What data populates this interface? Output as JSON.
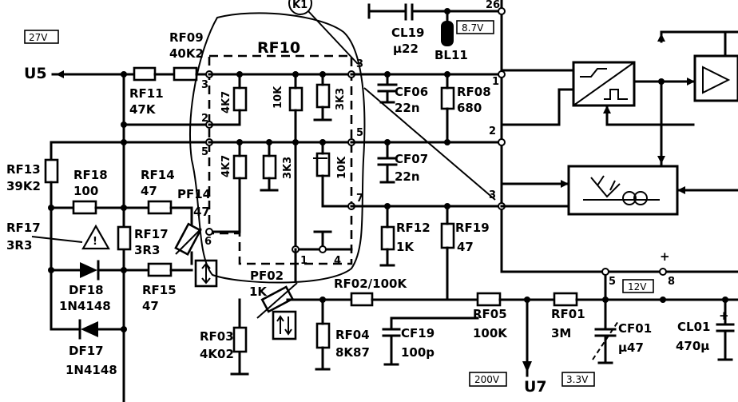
{
  "voltage_tags": {
    "v27": "27V",
    "v87": "8.7V",
    "v12": "12V",
    "v200": "200V",
    "v33": "3.3V"
  },
  "nets": {
    "u5": "U5",
    "u7": "U7",
    "k1": "K1",
    "bl11": "BL11",
    "plus": "+"
  },
  "module": {
    "name": "RF10"
  },
  "components": {
    "rf09": {
      "ref": "RF09",
      "value": "40K2"
    },
    "rf11": {
      "ref": "RF11",
      "value": "47K"
    },
    "rf13": {
      "ref": "RF13",
      "value": "39K2"
    },
    "rf18": {
      "ref": "RF18",
      "value": "100"
    },
    "rf14": {
      "ref": "RF14",
      "value": "47"
    },
    "pf14": {
      "ref": "PF14",
      "value": "47"
    },
    "rf17a": {
      "ref": "RF17",
      "value": "3R3"
    },
    "rf17b": {
      "ref": "RF17",
      "value": "3R3"
    },
    "rf15": {
      "ref": "RF15",
      "value": "47"
    },
    "df18": {
      "ref": "DF18",
      "value": "1N4148"
    },
    "df17": {
      "ref": "DF17",
      "value": "1N4148"
    },
    "cl19": {
      "ref": "CL19",
      "value": "µ22"
    },
    "cf06": {
      "ref": "CF06",
      "value": "22n"
    },
    "cf07": {
      "ref": "CF07",
      "value": "22n"
    },
    "rf08": {
      "ref": "RF08",
      "value": "680"
    },
    "rf12": {
      "ref": "RF12",
      "value": "1K"
    },
    "rf19": {
      "ref": "RF19",
      "value": "47"
    },
    "pf02": {
      "ref": "PF02",
      "value": "1K"
    },
    "rf02": {
      "label": "RF02/100K"
    },
    "rf03": {
      "ref": "RF03",
      "value": "4K02"
    },
    "rf04": {
      "ref": "RF04",
      "value": "8K87"
    },
    "cf19": {
      "ref": "CF19",
      "value": "100p"
    },
    "rf05": {
      "ref": "RF05",
      "value": "100K"
    },
    "rf01": {
      "ref": "RF01",
      "value": "3M"
    },
    "cf01": {
      "ref": "CF01",
      "value": "µ47"
    },
    "cl01": {
      "ref": "CL01",
      "value": "470µ"
    }
  },
  "internal_values": {
    "r4k7a": "4K7",
    "r10k": "10K",
    "r3k3a": "3K3",
    "r4k7b": "4K7",
    "r3k3b": "3K3",
    "r10kb": "10K"
  },
  "pins": {
    "p26": "26",
    "p1": "1",
    "p2": "2",
    "p3": "3",
    "p5": "5",
    "p8": "8",
    "m3": "3",
    "m2": "2",
    "m5": "5",
    "m5r": "5",
    "m7": "7",
    "m6": "6",
    "m4": "4",
    "m1": "1",
    "m3r": "3"
  }
}
